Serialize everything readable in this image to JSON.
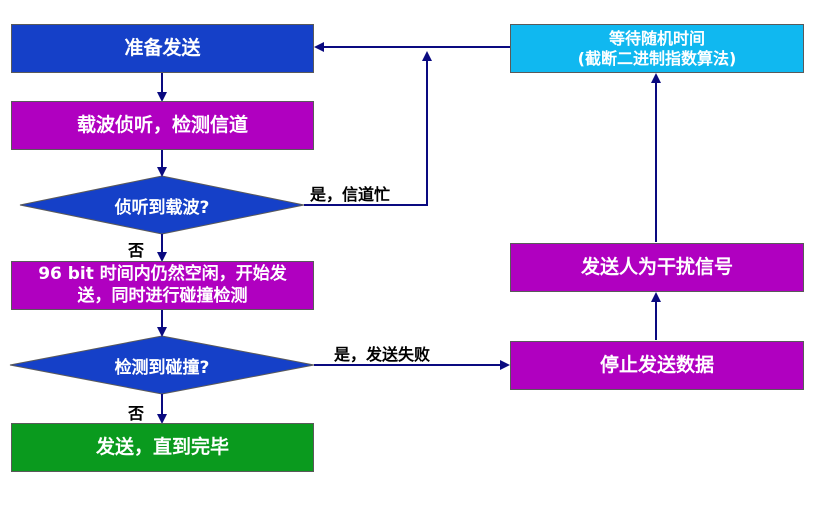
{
  "nodes": {
    "prepare": "准备发送",
    "carrier_sense": "载波侦听，检测信道",
    "carrier_q": "侦听到载波?",
    "idle_line1": "96 bit 时间内仍然空闲，开始发",
    "idle_line2": "送，同时进行碰撞检测",
    "collision_q": "检测到碰撞?",
    "send_done": "发送，直到完毕",
    "wait_line1": "等待随机时间",
    "wait_line2": "(截断二进制指数算法)",
    "jam": "发送人为干扰信号",
    "stop": "停止发送数据"
  },
  "edge_labels": {
    "busy": "是，信道忙",
    "no1": "否",
    "fail": "是，发送失败",
    "no2": "否"
  },
  "colors": {
    "blue": "#1540c8",
    "magenta": "#b000c0",
    "green": "#0a9a1e",
    "cyan": "#10b8f0",
    "arrow": "#0a0a80"
  }
}
